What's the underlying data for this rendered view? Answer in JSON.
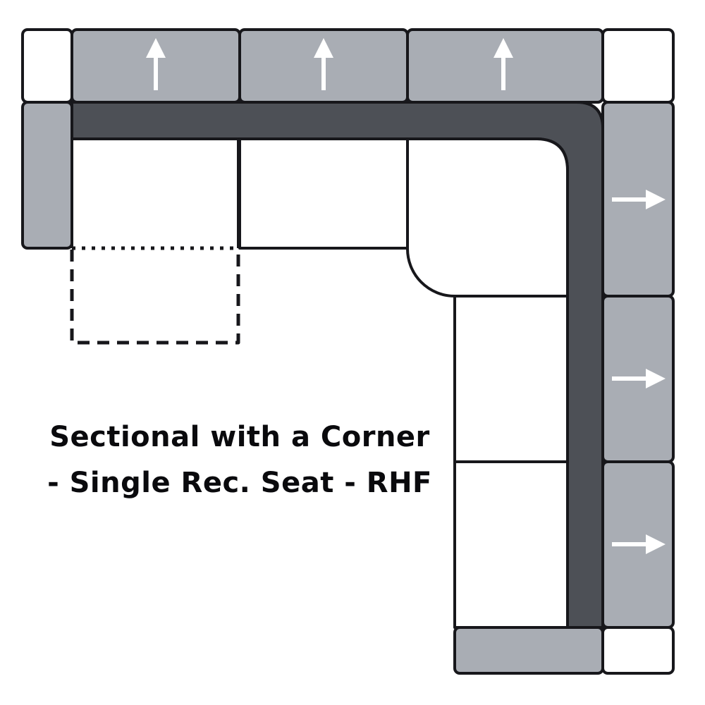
{
  "title": {
    "line1": "Sectional with a Corner",
    "line2": "- Single Rec. Seat - RHF"
  },
  "colors": {
    "cushion_gray": "#a9adb4",
    "back_dark": "#4d5056",
    "outline": "#17171b",
    "seat_white": "#ffffff",
    "arrow_white": "#ffffff",
    "text": "#0a0a0d",
    "background": "#ffffff"
  },
  "diagram": {
    "type": "sectional-sofa-top-view",
    "back_cushion_arrows": [
      "up",
      "up",
      "up"
    ],
    "right_arm_arrows": [
      "right",
      "right",
      "right"
    ],
    "recliner_footprint_style": "dashed-outline"
  }
}
